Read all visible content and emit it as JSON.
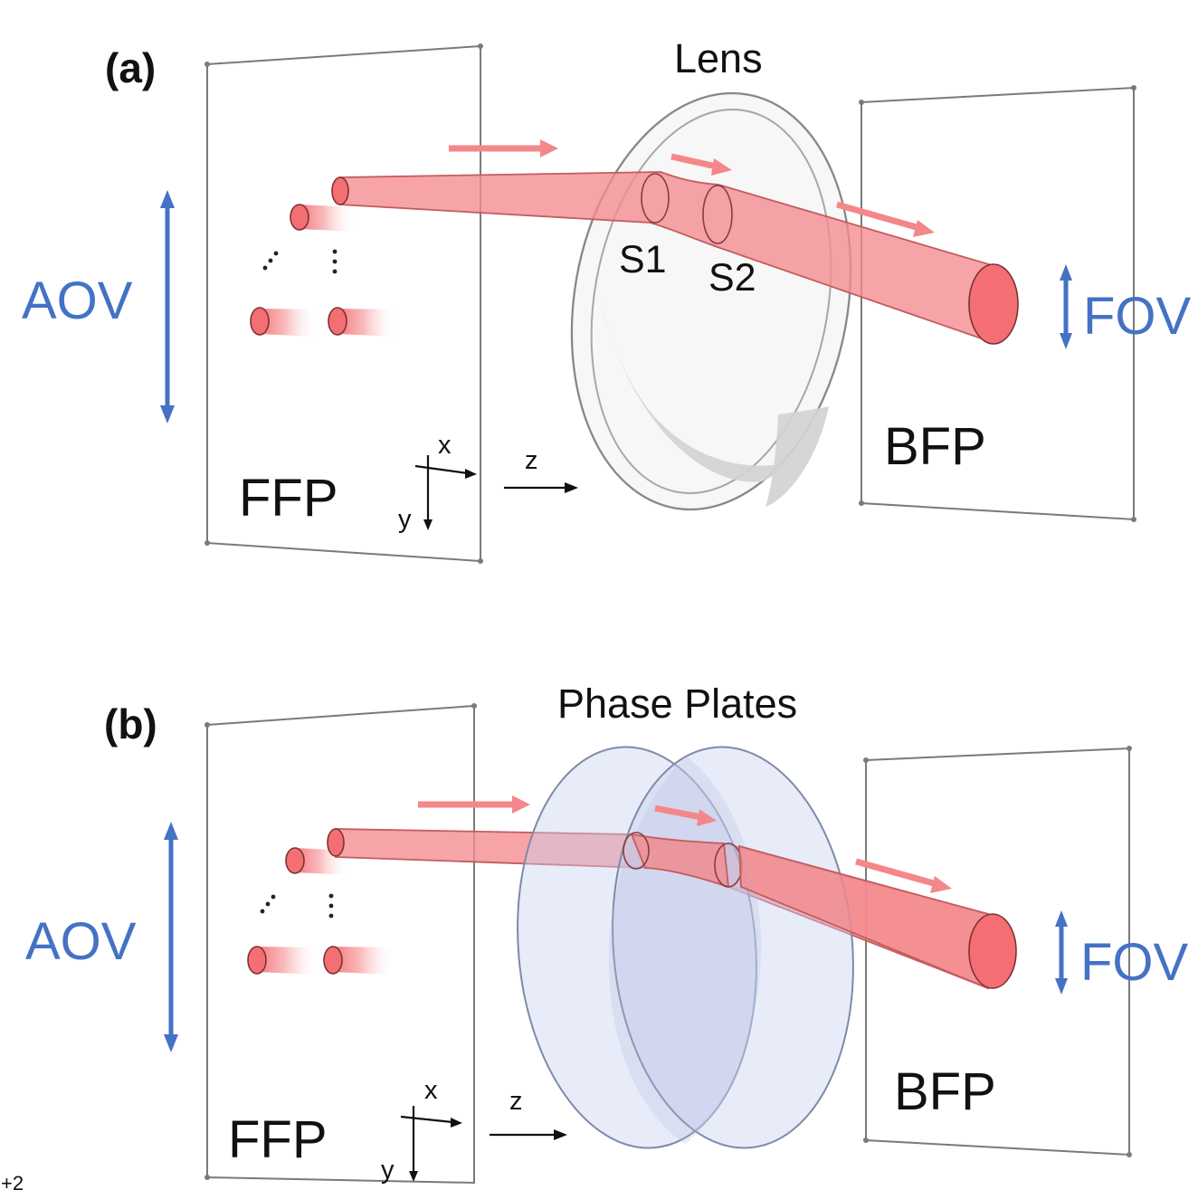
{
  "panels": {
    "a": {
      "tag": "(a)",
      "element_title": "Lens",
      "angle_of_view": "AOV",
      "field_of_view": "FOV",
      "front_plane": "FFP",
      "back_plane": "BFP",
      "surface_1": "S1",
      "surface_2": "S2",
      "axis_x": "x",
      "axis_y": "y",
      "axis_z": "z"
    },
    "b": {
      "tag": "(b)",
      "element_title": "Phase Plates",
      "angle_of_view": "AOV",
      "field_of_view": "FOV",
      "front_plane": "FFP",
      "back_plane": "BFP",
      "axis_x": "x",
      "axis_y": "y",
      "axis_z": "z"
    }
  },
  "colors": {
    "beam": "#f48b8e",
    "beam_edge": "#c45c5f",
    "arrow": "#f4878a",
    "dimension": "#4472c4",
    "lens": "#d9d9d9",
    "phase_plate": "#c8d1ef",
    "plane_outline": "#7a7a7a"
  },
  "partial_text": "+2"
}
